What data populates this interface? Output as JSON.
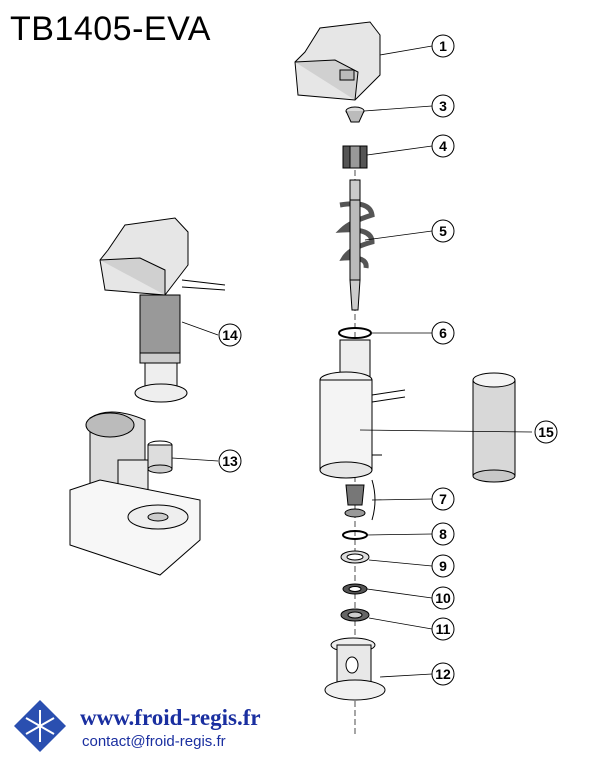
{
  "title": "TB1405-EVA",
  "callouts": [
    {
      "id": "c1",
      "label": "1"
    },
    {
      "id": "c3",
      "label": "3"
    },
    {
      "id": "c4",
      "label": "4"
    },
    {
      "id": "c5",
      "label": "5"
    },
    {
      "id": "c6",
      "label": "6"
    },
    {
      "id": "c7",
      "label": "7"
    },
    {
      "id": "c8",
      "label": "8"
    },
    {
      "id": "c9",
      "label": "9"
    },
    {
      "id": "c10",
      "label": "10"
    },
    {
      "id": "c11",
      "label": "11"
    },
    {
      "id": "c12",
      "label": "12"
    },
    {
      "id": "c13",
      "label": "13"
    },
    {
      "id": "c14",
      "label": "14"
    },
    {
      "id": "c15",
      "label": "15"
    }
  ],
  "footer": {
    "url": "www.froid-regis.fr",
    "email": "contact@froid-regis.fr"
  },
  "colors": {
    "line": "#000000",
    "part_fill": "#e6e6e6",
    "part_dark": "#9a9a9a",
    "link": "#1a2fa0",
    "logo_blue": "#2a4fb0"
  }
}
